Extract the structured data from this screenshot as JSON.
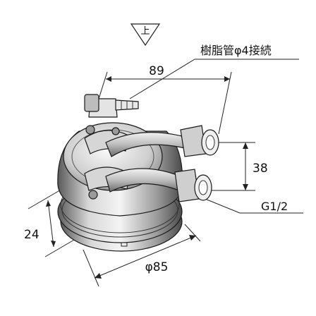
{
  "direction_mark": "上",
  "labels": {
    "tube": "樹脂管φ4接続",
    "width": "89",
    "spacing": "38",
    "thread": "G1/2",
    "height": "24",
    "diameter": "φ85"
  },
  "colors": {
    "background": "#ffffff",
    "body_light": "#eeeeee",
    "body_dark": "#6e6e6e",
    "line": "#1a1a1a"
  }
}
